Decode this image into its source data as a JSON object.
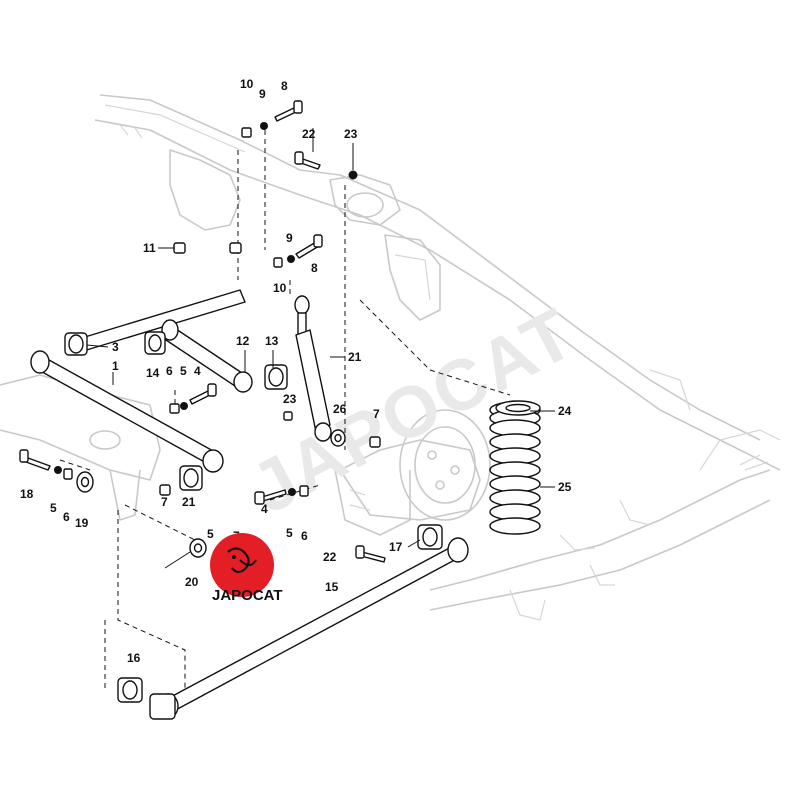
{
  "diagram": {
    "callouts": {
      "c1": "1",
      "c3": "3",
      "c4": "4",
      "c5a": "5",
      "c5b": "5",
      "c5c": "5",
      "c5d": "5",
      "c6a": "6",
      "c6b": "6",
      "c6c": "6",
      "c7a": "7",
      "c7b": "7",
      "c7c": "7",
      "c8a": "8",
      "c8b": "8",
      "c9a": "9",
      "c9b": "9",
      "c10a": "10",
      "c10b": "10",
      "c11": "11",
      "c12": "12",
      "c13": "13",
      "c14": "14",
      "c15": "15",
      "c16": "16",
      "c17": "17",
      "c18": "18",
      "c19": "19",
      "c20": "20",
      "c21a": "21",
      "c21b": "21",
      "c22a": "22",
      "c22b": "22",
      "c23a": "23",
      "c23b": "23",
      "c24": "24",
      "c25": "25",
      "c26": "26"
    }
  },
  "watermark": {
    "text": "JAPOCAT"
  },
  "logo": {
    "text": "JAPOCAT",
    "color": "#e31e24"
  }
}
